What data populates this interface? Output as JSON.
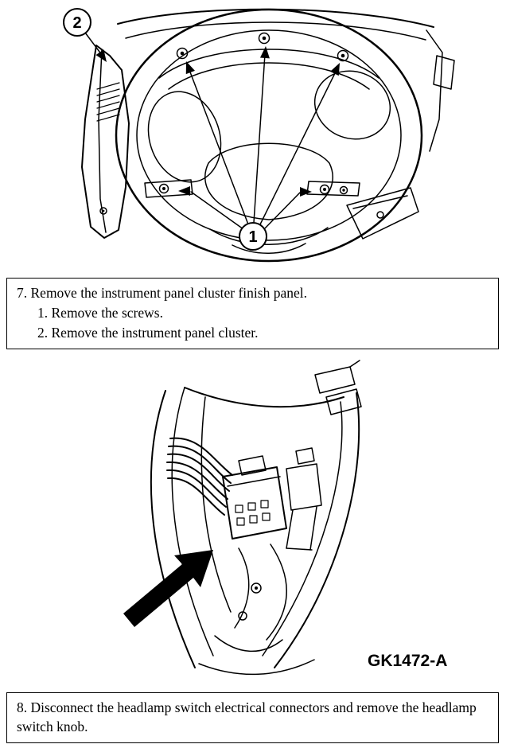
{
  "figure1": {
    "callout_1": "1",
    "callout_2": "2"
  },
  "figure2": {
    "part_label": "GK1472-A"
  },
  "step7": {
    "line1": "7. Remove the instrument panel cluster finish panel.",
    "sub1": "1. Remove the screws.",
    "sub2": "2. Remove the instrument panel cluster."
  },
  "step8": {
    "text": "8. Disconnect the headlamp switch electrical connectors and remove the headlamp switch knob."
  },
  "colors": {
    "ink": "#000000",
    "paper": "#ffffff"
  }
}
